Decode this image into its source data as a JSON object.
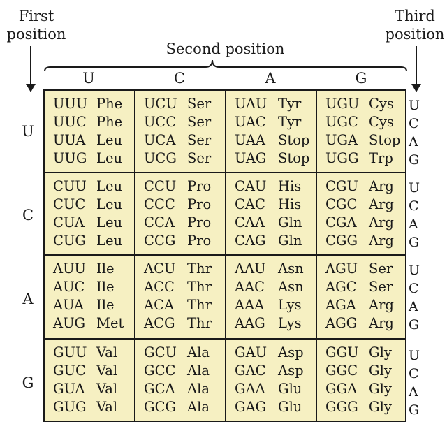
{
  "labels": {
    "first_position": "First position",
    "second_position": "Second position",
    "third_position": "Third position"
  },
  "bases": [
    "U",
    "C",
    "A",
    "G"
  ],
  "table": [
    [
      [
        [
          "UUU",
          "Phe"
        ],
        [
          "UUC",
          "Phe"
        ],
        [
          "UUA",
          "Leu"
        ],
        [
          "UUG",
          "Leu"
        ]
      ],
      [
        [
          "UCU",
          "Ser"
        ],
        [
          "UCC",
          "Ser"
        ],
        [
          "UCA",
          "Ser"
        ],
        [
          "UCG",
          "Ser"
        ]
      ],
      [
        [
          "UAU",
          "Tyr"
        ],
        [
          "UAC",
          "Tyr"
        ],
        [
          "UAA",
          "Stop"
        ],
        [
          "UAG",
          "Stop"
        ]
      ],
      [
        [
          "UGU",
          "Cys"
        ],
        [
          "UGC",
          "Cys"
        ],
        [
          "UGA",
          "Stop"
        ],
        [
          "UGG",
          "Trp"
        ]
      ]
    ],
    [
      [
        [
          "CUU",
          "Leu"
        ],
        [
          "CUC",
          "Leu"
        ],
        [
          "CUA",
          "Leu"
        ],
        [
          "CUG",
          "Leu"
        ]
      ],
      [
        [
          "CCU",
          "Pro"
        ],
        [
          "CCC",
          "Pro"
        ],
        [
          "CCA",
          "Pro"
        ],
        [
          "CCG",
          "Pro"
        ]
      ],
      [
        [
          "CAU",
          "His"
        ],
        [
          "CAC",
          "His"
        ],
        [
          "CAA",
          "Gln"
        ],
        [
          "CAG",
          "Gln"
        ]
      ],
      [
        [
          "CGU",
          "Arg"
        ],
        [
          "CGC",
          "Arg"
        ],
        [
          "CGA",
          "Arg"
        ],
        [
          "CGG",
          "Arg"
        ]
      ]
    ],
    [
      [
        [
          "AUU",
          "Ile"
        ],
        [
          "AUC",
          "Ile"
        ],
        [
          "AUA",
          "Ile"
        ],
        [
          "AUG",
          "Met"
        ]
      ],
      [
        [
          "ACU",
          "Thr"
        ],
        [
          "ACC",
          "Thr"
        ],
        [
          "ACA",
          "Thr"
        ],
        [
          "ACG",
          "Thr"
        ]
      ],
      [
        [
          "AAU",
          "Asn"
        ],
        [
          "AAC",
          "Asn"
        ],
        [
          "AAA",
          "Lys"
        ],
        [
          "AAG",
          "Lys"
        ]
      ],
      [
        [
          "AGU",
          "Ser"
        ],
        [
          "AGC",
          "Ser"
        ],
        [
          "AGA",
          "Arg"
        ],
        [
          "AGG",
          "Arg"
        ]
      ]
    ],
    [
      [
        [
          "GUU",
          "Val"
        ],
        [
          "GUC",
          "Val"
        ],
        [
          "GUA",
          "Val"
        ],
        [
          "GUG",
          "Val"
        ]
      ],
      [
        [
          "GCU",
          "Ala"
        ],
        [
          "GCC",
          "Ala"
        ],
        [
          "GCA",
          "Ala"
        ],
        [
          "GCG",
          "Ala"
        ]
      ],
      [
        [
          "GAU",
          "Asp"
        ],
        [
          "GAC",
          "Asp"
        ],
        [
          "GAA",
          "Glu"
        ],
        [
          "GAG",
          "Glu"
        ]
      ],
      [
        [
          "GGU",
          "Gly"
        ],
        [
          "GGC",
          "Gly"
        ],
        [
          "GGA",
          "Gly"
        ],
        [
          "GGG",
          "Gly"
        ]
      ]
    ]
  ],
  "colors": {
    "cell_background": "#f6f0c2",
    "line": "#1a1a1a"
  }
}
